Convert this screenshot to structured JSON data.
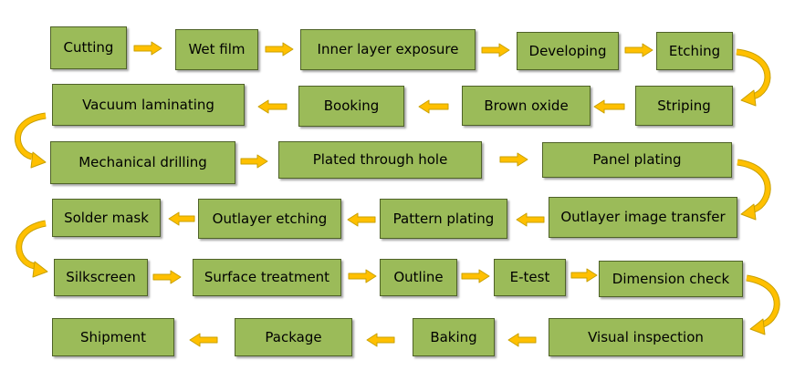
{
  "process_steps": [
    {
      "id": "cutting",
      "label": "Cutting"
    },
    {
      "id": "wet-film",
      "label": "Wet film"
    },
    {
      "id": "inner-layer-exposure",
      "label": "Inner layer exposure"
    },
    {
      "id": "developing",
      "label": "Developing"
    },
    {
      "id": "etching",
      "label": "Etching"
    },
    {
      "id": "striping",
      "label": "Striping"
    },
    {
      "id": "brown-oxide",
      "label": "Brown oxide"
    },
    {
      "id": "booking",
      "label": "Booking"
    },
    {
      "id": "vacuum-laminating",
      "label": "Vacuum laminating"
    },
    {
      "id": "mechanical-drilling",
      "label": "Mechanical drilling"
    },
    {
      "id": "plated-through-hole",
      "label": "Plated through hole"
    },
    {
      "id": "panel-plating",
      "label": "Panel plating"
    },
    {
      "id": "outlayer-image-transfer",
      "label": "Outlayer image transfer"
    },
    {
      "id": "pattern-plating",
      "label": "Pattern plating"
    },
    {
      "id": "outlayer-etching",
      "label": "Outlayer etching"
    },
    {
      "id": "solder-mask",
      "label": "Solder mask"
    },
    {
      "id": "silkscreen",
      "label": "Silkscreen"
    },
    {
      "id": "surface-treatment",
      "label": "Surface treatment"
    },
    {
      "id": "outline",
      "label": "Outline"
    },
    {
      "id": "e-test",
      "label": "E-test"
    },
    {
      "id": "dimension-check",
      "label": "Dimension check"
    },
    {
      "id": "visual-inspection",
      "label": "Visual inspection"
    },
    {
      "id": "baking",
      "label": "Baking"
    },
    {
      "id": "package",
      "label": "Package"
    },
    {
      "id": "shipment",
      "label": "Shipment"
    }
  ],
  "colors": {
    "box_fill": "#9bbb59",
    "box_border": "#4f6228",
    "arrow_fill": "#ffc000",
    "arrow_stroke": "#c8a000"
  }
}
